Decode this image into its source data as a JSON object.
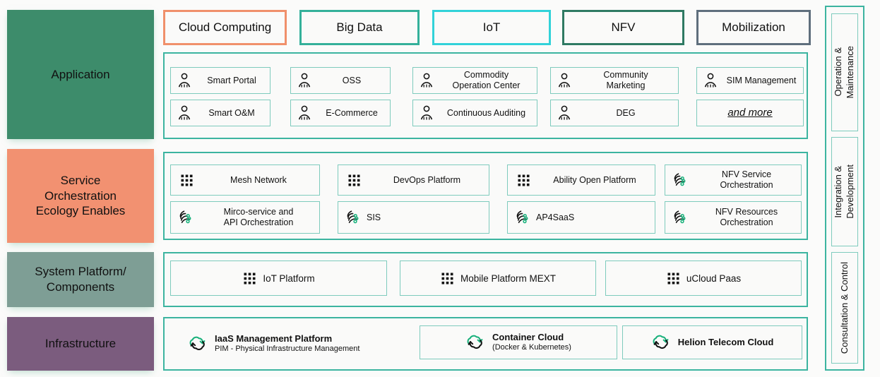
{
  "layers": [
    {
      "id": "application",
      "label": "Application",
      "color": "#3d8c6b"
    },
    {
      "id": "service-orchestration",
      "label": "Service\nOrchestration\nEcology Enables",
      "color": "#f29171"
    },
    {
      "id": "system-platform",
      "label": "System Platform/\nComponents",
      "color": "#7e9e95"
    },
    {
      "id": "infrastructure",
      "label": "Infrastructure",
      "color": "#7b5c7e"
    }
  ],
  "category_tabs": [
    {
      "label": "Cloud Computing",
      "border": "#f0906b"
    },
    {
      "label": "Big Data",
      "border": "#34b09a"
    },
    {
      "label": "IoT",
      "border": "#31d2d9"
    },
    {
      "label": "NFV",
      "border": "#2f7a63"
    },
    {
      "label": "Mobilization",
      "border": "#5f6f7d"
    }
  ],
  "application_items": [
    {
      "label": "Smart Portal",
      "icon": "person-icon"
    },
    {
      "label": "OSS",
      "icon": "person-icon"
    },
    {
      "label": "Commodity\nOperation Center",
      "icon": "person-icon"
    },
    {
      "label": "Community\nMarketing",
      "icon": "person-icon"
    },
    {
      "label": "SIM Management",
      "icon": "person-icon"
    },
    {
      "label": "Smart O&M",
      "icon": "person-icon"
    },
    {
      "label": "E-Commerce",
      "icon": "person-icon"
    },
    {
      "label": "Continuous Auditing",
      "icon": "person-icon"
    },
    {
      "label": "DEG",
      "icon": "person-icon"
    },
    {
      "label": "and more",
      "icon": "none"
    }
  ],
  "service_items": [
    {
      "label": "Mesh Network",
      "icon": "grid-icon"
    },
    {
      "label": "DevOps Platform",
      "icon": "grid-icon"
    },
    {
      "label": "Ability Open Platform",
      "icon": "grid-icon"
    },
    {
      "label": "NFV Service\nOrchestration",
      "icon": "orchestration-icon"
    },
    {
      "label": "Mirco-service and\nAPI Orchestration",
      "icon": "orchestration-icon"
    },
    {
      "label": "SIS",
      "icon": "orchestration-icon"
    },
    {
      "label": "AP4SaaS",
      "icon": "orchestration-icon"
    },
    {
      "label": "NFV Resources\nOrchestration",
      "icon": "orchestration-icon"
    }
  ],
  "platform_items": [
    {
      "label": "IoT Platform",
      "icon": "grid-icon"
    },
    {
      "label": "Mobile Platform MEXT",
      "icon": "grid-icon"
    },
    {
      "label": "uCloud Paas",
      "icon": "grid-icon"
    }
  ],
  "infrastructure_items": [
    {
      "title": "IaaS Management Platform",
      "subtitle": "PIM - Physical Infrastructure Management",
      "icon": "cloud-icon",
      "bordered": false
    },
    {
      "title": "Container Cloud",
      "subtitle": "(Docker & Kubernetes)",
      "icon": "cloud-icon",
      "bordered": true
    },
    {
      "title": "Helion Telecom Cloud",
      "subtitle": "",
      "icon": "cloud-icon",
      "bordered": true
    }
  ],
  "side_column": [
    {
      "label": "Operation &\nMaintenance"
    },
    {
      "label": "Integration &\nDevelopment"
    },
    {
      "label": "Consultation & Control"
    }
  ],
  "colors": {
    "teal": "#3cb4a0",
    "teal_light": "#7ecbbd",
    "background": "#fbfbfa",
    "tile_fill": "#fafaf9",
    "icon_green": "#16b07a"
  }
}
